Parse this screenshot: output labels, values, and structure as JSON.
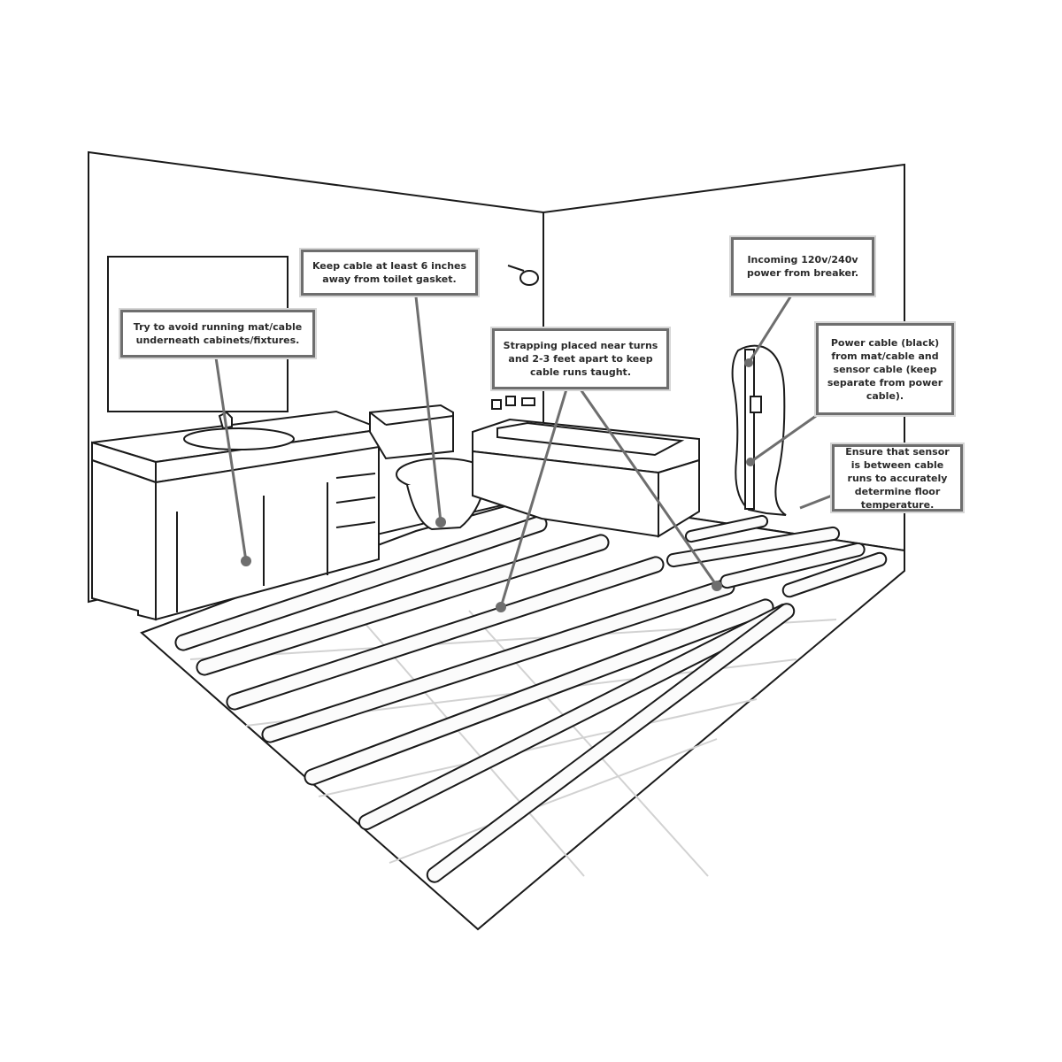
{
  "colors": {
    "line": "#1a1a1a",
    "leader": "#6e6e6e",
    "dot": "#6e6e6e",
    "cable_fill": "#fbfbfb",
    "joint": "#d2d2d2",
    "background": "#ffffff"
  },
  "callouts": {
    "cabinets": "Try to avoid running mat/cable underneath cabinets/fixtures.",
    "toilet": "Keep cable at least 6 inches away from toilet gasket.",
    "strapping": "Strapping placed near turns and 2-3 feet apart to keep cable runs taught.",
    "incoming": "Incoming 120v/240v power from breaker.",
    "power_cable": "Power cable (black) from mat/cable and sensor cable (keep separate from power cable).",
    "sensor": "Ensure that sensor is between cable runs to accurately determine floor temperature."
  },
  "icons": {
    "vanity": "vanity-icon",
    "toilet": "toilet-icon",
    "bathtub": "bathtub-icon",
    "shower_head": "shower-head-icon",
    "mirror": "mirror-icon"
  }
}
